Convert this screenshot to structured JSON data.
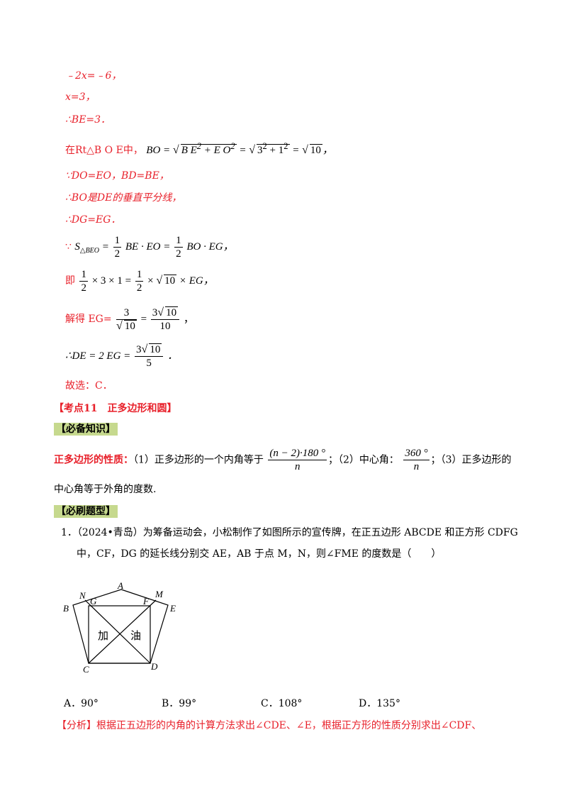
{
  "solution": {
    "l1": "﹣2x=﹣6，",
    "l2": "x=3，",
    "l3": "∴BE=3．",
    "l4_prefix": "在Rt△B O E中，",
    "l4_math_a": "BO =",
    "l4_math_b": "B E",
    "l4_math_c": "+ E O",
    "l4_math_d": "=",
    "l4_math_e": "3",
    "l4_math_f": "+ 1",
    "l4_math_g": "=",
    "l4_math_h": "10",
    "l4_end": "，",
    "l5": "∵DO=EO，BD=BE，",
    "l6": "∴BO是DE的垂直平分线，",
    "l7": "∴DG=EG．",
    "l8_prefix": "∵",
    "l8_s": "S",
    "l8_sub": "△BEO",
    "l8_eq": "=",
    "l8_f1_num": "1",
    "l8_f1_den": "2",
    "l8_mid": "BE · EO =",
    "l8_f2_num": "1",
    "l8_f2_den": "2",
    "l8_end": "BO · EG，",
    "l9_prefix": "即",
    "l9_f1_num": "1",
    "l9_f1_den": "2",
    "l9_mid": "× 3 × 1 =",
    "l9_f2_num": "1",
    "l9_f2_den": "2",
    "l9_times": "×",
    "l9_rad": "10",
    "l9_end": "× EG，",
    "l10_prefix": "解得 EG=",
    "l10_f1_num": "3",
    "l10_f1_den": "10",
    "l10_eq": "=",
    "l10_f2_num_coef": "3",
    "l10_f2_num_rad": "10",
    "l10_f2_den": "10",
    "l10_end": "，",
    "l11_prefix": "∴DE = 2 EG =",
    "l11_num_coef": "3",
    "l11_num_rad": "10",
    "l11_den": "5",
    "l11_end": "．",
    "l12": "故选：C．"
  },
  "kaodian": {
    "label": "【考点11　正多边形和圆】"
  },
  "knowledge": {
    "tag": "【必备知识】",
    "title": "正多边形的性质：",
    "p1": "（1）正多边形的一个内角等于",
    "f_num": "(n − 2)·180 °",
    "f_den": "n",
    "p2": "；（2）中心角：",
    "f2_num": "360 °",
    "f2_den": "n",
    "p3": "；（3）正多边形的",
    "p4": "中心角等于外角的度数."
  },
  "question": {
    "tag": "【必刷题型】",
    "line1": "1．（2024•青岛）为筹备运动会，小松制作了如图所示的宣传牌，在正五边形 ABCDE 和正方形 CDFG",
    "line2": "中，CF，DG 的延长线分别交 AE，AB 于点 M，N，则∠FME 的度数是（　　）",
    "options": [
      "A．90°",
      "B．99°",
      "C．108°",
      "D．135°"
    ],
    "figure": {
      "labels": [
        "A",
        "N",
        "M",
        "B",
        "G",
        "F",
        "E",
        "C",
        "D"
      ],
      "text_left": "加",
      "text_right": "油"
    }
  },
  "analysis": {
    "text": "【分析】根据正五边形的内角的计算方法求出∠CDE、∠E，根据正方形的性质分别求出∠CDF、"
  }
}
